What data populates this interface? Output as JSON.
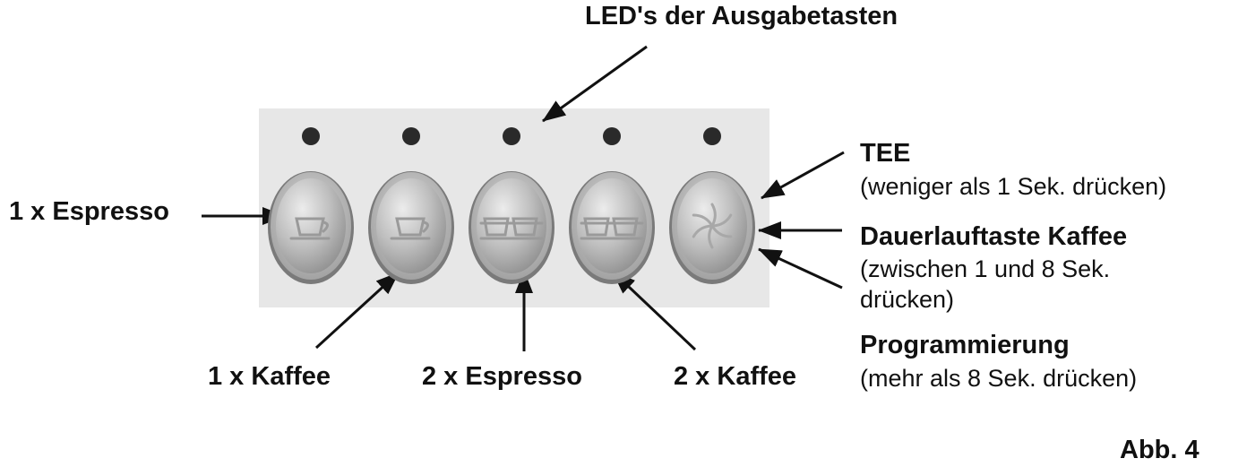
{
  "diagram": {
    "title": "LED's der Ausgabetasten",
    "left_label": "1 x Espresso",
    "bottom_labels": [
      "1 x Kaffee",
      "2 x Espresso",
      "2 x Kaffee"
    ],
    "right_labels": {
      "tee_heading": "TEE",
      "tee_note": "(weniger als 1 Sek. drücken)",
      "dauer_heading": "Dauerlauftaste Kaffee",
      "dauer_note_1": "(zwischen 1 und 8 Sek.",
      "dauer_note_2": "drücken)",
      "prog_heading": "Programmierung",
      "prog_note": "(mehr als 8 Sek. drücken)"
    },
    "figure_label": "Abb. 4"
  },
  "buttons": [
    {
      "icon": "single-cup-icon"
    },
    {
      "icon": "single-cup-icon"
    },
    {
      "icon": "double-cup-icon"
    },
    {
      "icon": "double-cup-icon"
    },
    {
      "icon": "tea-star-icon"
    }
  ],
  "colors": {
    "panel": "#e7e7e7",
    "led": "#2a2a2a",
    "arrow": "#111111",
    "button_light": "#ececec",
    "button_dark": "#8e8e8e"
  }
}
